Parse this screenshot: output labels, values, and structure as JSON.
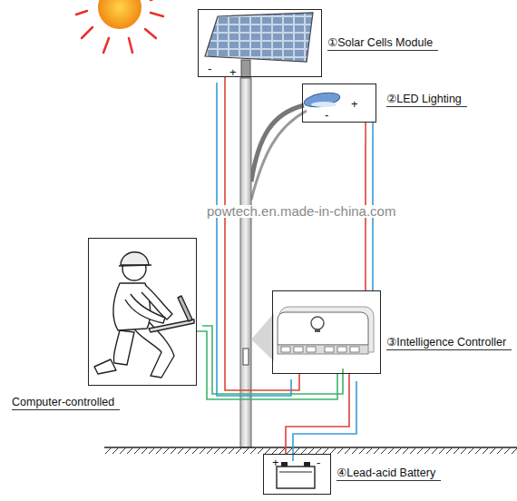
{
  "diagram": {
    "nodes": [
      {
        "text": [
          "①Solar Cells Module"
        ]
      },
      {
        "text": [
          "②LED Lighting"
        ]
      },
      {
        "text": [
          "Computer-controlled"
        ]
      },
      {
        "text": [
          "③Intelligence Controller"
        ]
      },
      {
        "text": [
          "④Lead-acid Battery"
        ]
      }
    ],
    "edges": [
      {
        "from": 0,
        "to": 3,
        "arrow": "none"
      },
      {
        "from": 1,
        "to": 3,
        "arrow": "none"
      },
      {
        "from": 2,
        "to": 3,
        "arrow": "none"
      },
      {
        "from": 3,
        "to": 4,
        "arrow": "none"
      }
    ],
    "labels": [
      "powtech.en.made-in-china.com",
      "-",
      "+",
      "-",
      "+",
      "+",
      "-"
    ]
  }
}
